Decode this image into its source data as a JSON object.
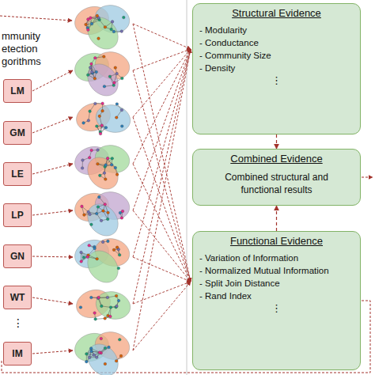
{
  "diagram": {
    "nodes": [
      {
        "text": [
          "LM"
        ]
      },
      {
        "text": [
          "GM"
        ]
      },
      {
        "text": [
          "LE"
        ]
      },
      {
        "text": [
          "LP"
        ]
      },
      {
        "text": [
          "GN"
        ]
      },
      {
        "text": [
          "WT"
        ]
      },
      {
        "text": [
          "IM"
        ]
      },
      {
        "text": [
          "Structural Evidence",
          "- Modularity",
          "- Conductance",
          "- Community Size",
          "- Density",
          "⋮"
        ]
      },
      {
        "text": [
          "Combined Evidence",
          "Combined structural and functional results"
        ]
      },
      {
        "text": [
          "Functional Evidence",
          "- Variation of Information",
          "- Normalized Mutual Information",
          "- Split Join Distance",
          "- Rand Index",
          "⋮"
        ]
      }
    ],
    "edges": [
      {
        "from": 7,
        "to": 8,
        "arrow": "to"
      },
      {
        "from": 9,
        "to": 8,
        "arrow": "to"
      }
    ],
    "labels": [
      "mmunity etection gorithms",
      "⋮"
    ]
  }
}
